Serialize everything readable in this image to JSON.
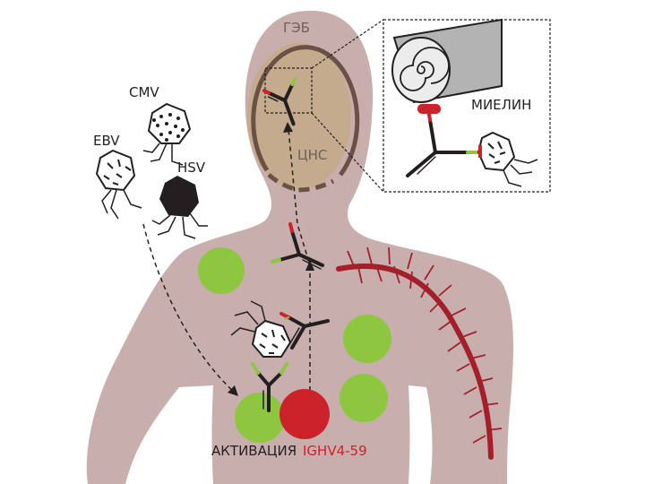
{
  "labels": {
    "bbb": "ГЭБ",
    "cns": "ЦНС",
    "myelin": "МИЕЛИН",
    "cmv": "CMV",
    "ebv": "EBV",
    "hsv": "HSV",
    "activation": "АКТИВАЦИЯ",
    "gene": "IGHV4-59"
  },
  "colors": {
    "body": "#c9aeae",
    "head_oval": "#c4ab8e",
    "oval_border": "#6b5145",
    "green": "#8dc63f",
    "red": "#cc2229",
    "vessel": "#a3202a",
    "ink": "#231f20"
  }
}
